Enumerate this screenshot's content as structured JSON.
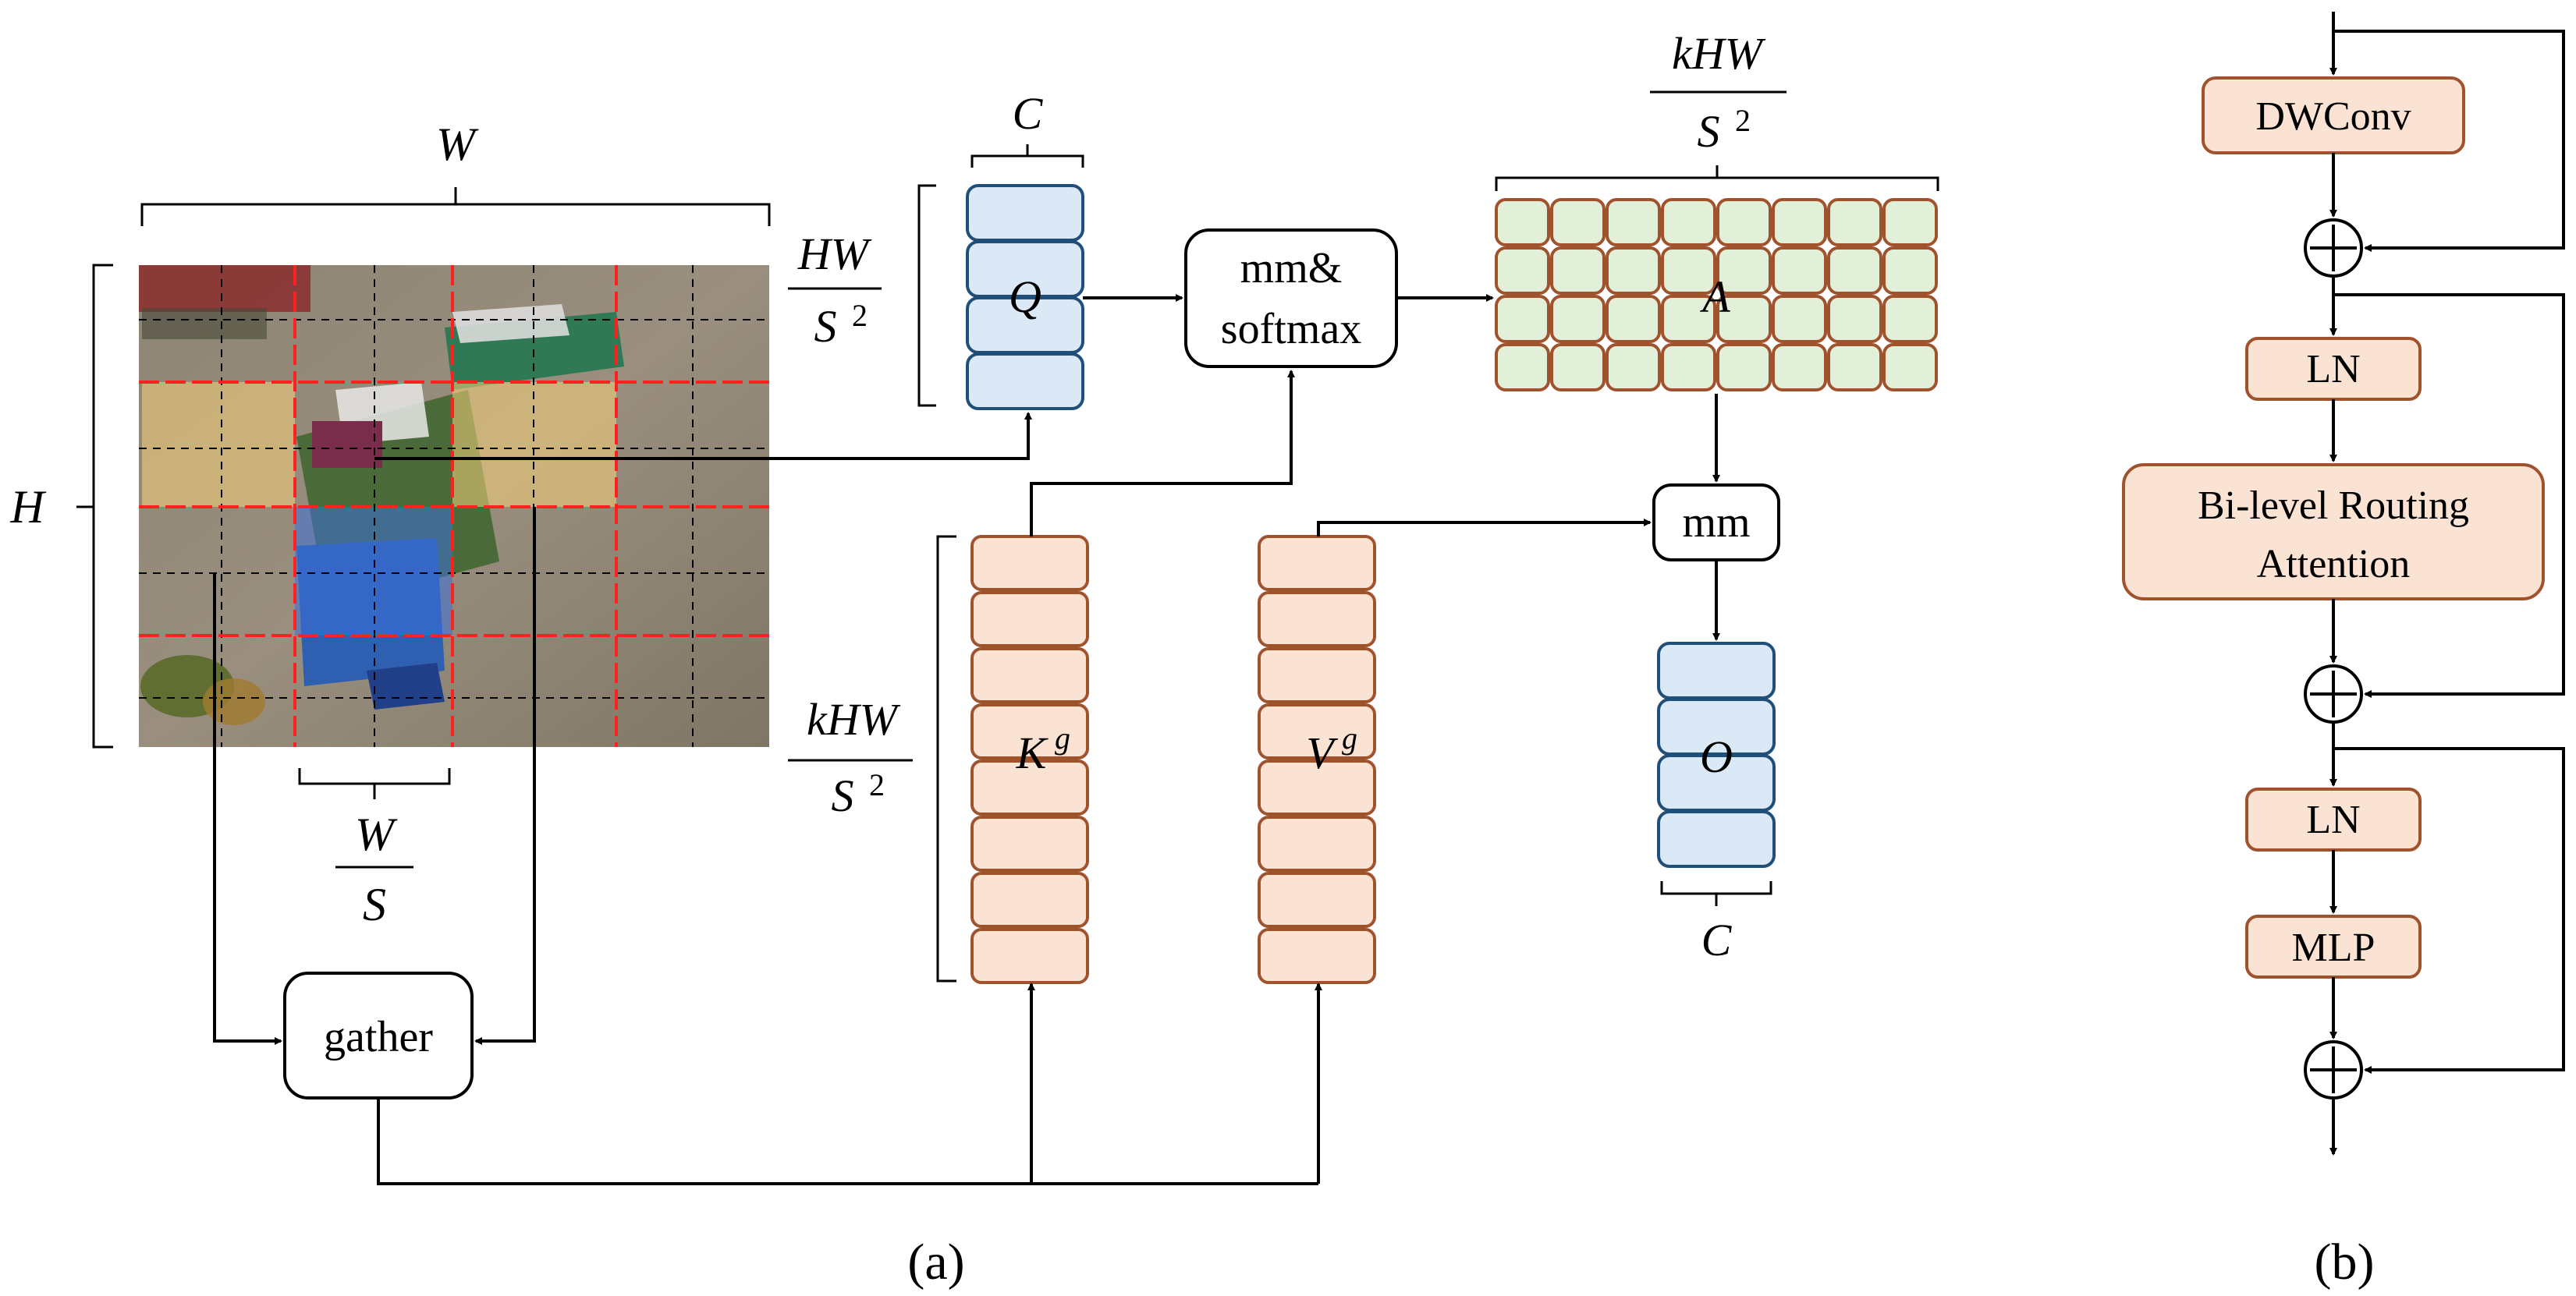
{
  "panel_a": {
    "caption": "(a)",
    "image_dims": {
      "width": "W",
      "height": "H",
      "region_width_num": "W",
      "region_width_den": "S"
    },
    "query": {
      "label": "Q",
      "rows_num": "HW",
      "rows_den": "S",
      "cols": "C"
    },
    "softmax_block": {
      "line1": "mm&",
      "line2": "softmax"
    },
    "attention": {
      "label": "A",
      "cols_num": "kHW",
      "cols_den": "S"
    },
    "gather_block": {
      "label": "gather"
    },
    "key": {
      "label": "K",
      "sup": "g",
      "rows_num": "kHW",
      "rows_den": "S"
    },
    "value": {
      "label": "V",
      "sup": "g"
    },
    "mm_block": {
      "label": "mm"
    },
    "output": {
      "label": "O",
      "cols": "C"
    },
    "exponent": "2"
  },
  "panel_b": {
    "caption": "(b)",
    "blocks": {
      "dwconv": "DWConv",
      "ln1": "LN",
      "bra_line1": "Bi-level Routing",
      "bra_line2": "Attention",
      "ln2": "LN",
      "mlp": "MLP"
    }
  },
  "colors": {
    "query_fill": "#dbe9f6",
    "query_stroke": "#1f4e79",
    "kv_fill": "#fbe3d4",
    "kv_stroke": "#a0522d",
    "attn_fill": "#e2f0d9",
    "attn_stroke": "#a0522d",
    "grid_red": "#ff2020",
    "highlight_yellow": "#f5d27a",
    "highlight_blue": "#3c6fd8"
  }
}
